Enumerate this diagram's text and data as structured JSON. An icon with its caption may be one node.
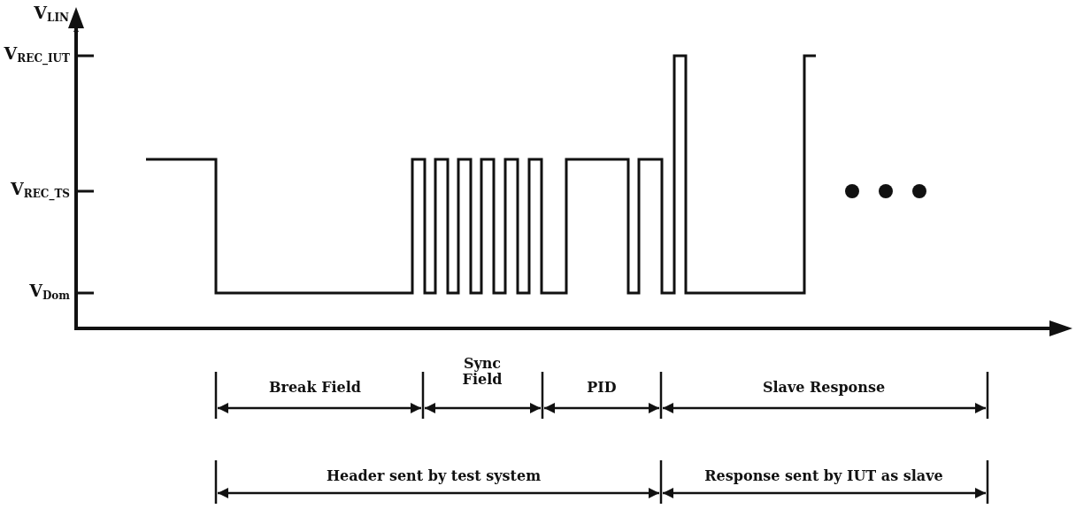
{
  "diagram": {
    "labels": [
      "V$_{LIN}$",
      "V$_{REC_IUT}$",
      "V$_{REC_TS}$",
      "V$_{Dom}$",
      "Break Field",
      "Sync Field",
      "PID",
      "Slave Response",
      "Header sent by test system",
      "Response sent by IUT as slave"
    ]
  }
}
